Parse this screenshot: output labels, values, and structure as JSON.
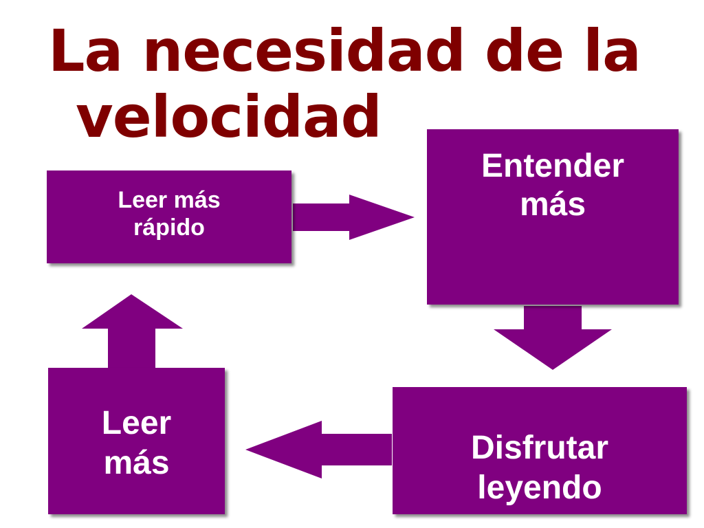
{
  "title": {
    "line1": "La necesidad de la",
    "line2": "velocidad"
  },
  "boxes": {
    "leer_mas_rapido": "Leer más\nrápido",
    "entender_mas": "Entender\nmás",
    "disfrutar_leyendo": "Disfrutar\nleyendo",
    "leer_mas": "Leer\nmás"
  },
  "colors": {
    "title": "#7f0000",
    "box_fill": "#800080",
    "arrow_fill": "#800080",
    "box_text": "#ffffff"
  }
}
